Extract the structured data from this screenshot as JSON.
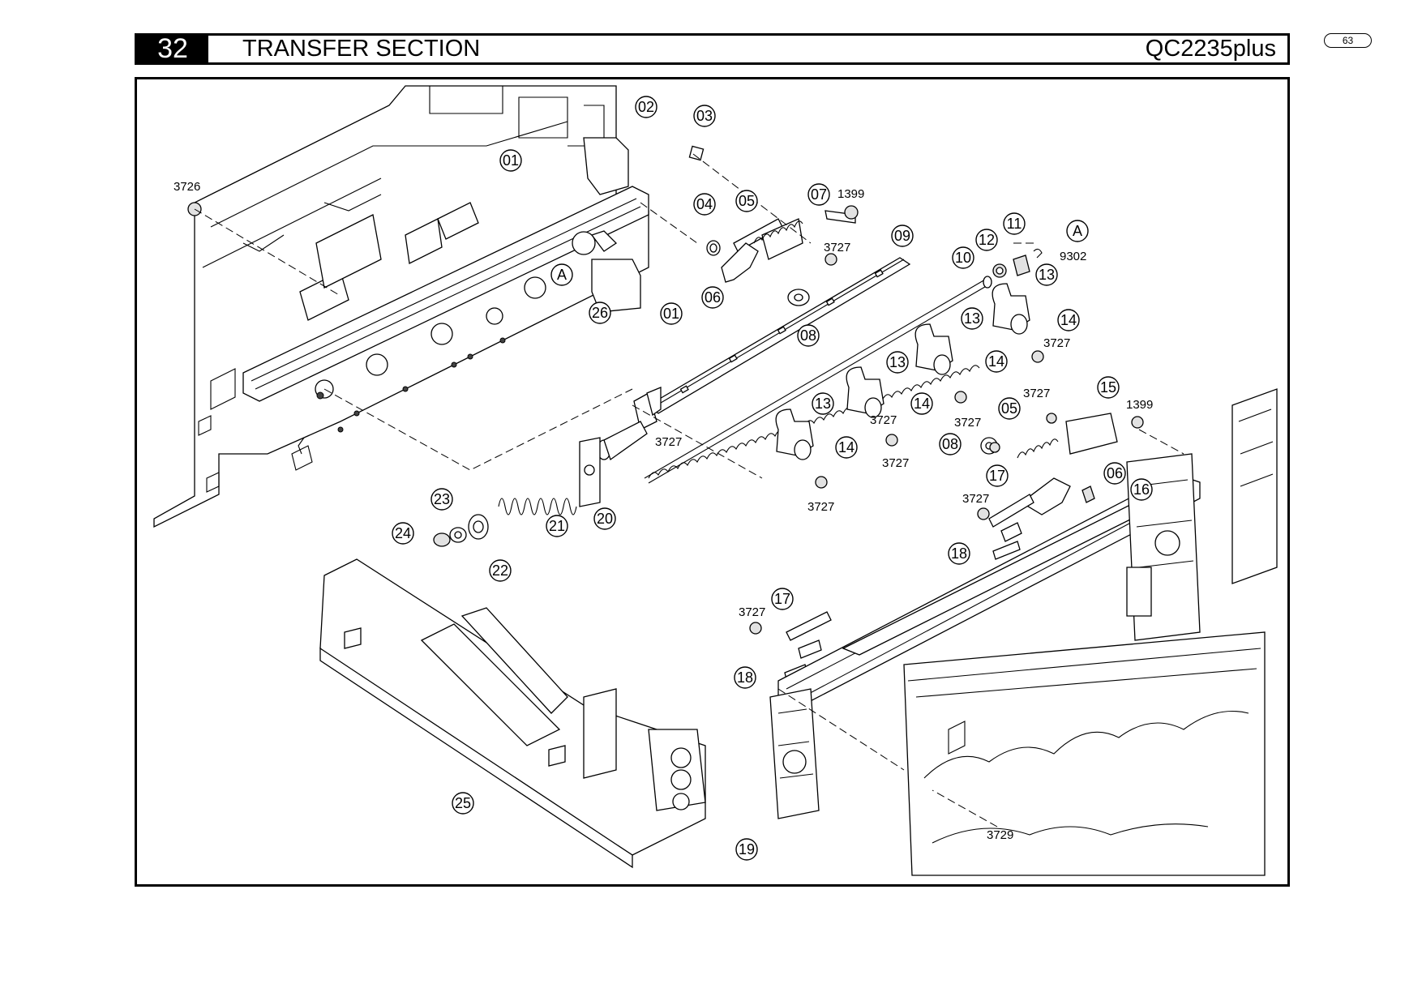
{
  "header": {
    "section_number": "32",
    "section_title": "TRANSFER SECTION",
    "model": "QC2235plus"
  },
  "page_number": "63",
  "callouts": [
    "01",
    "01",
    "02",
    "03",
    "04",
    "05",
    "05",
    "06",
    "06",
    "07",
    "08",
    "08",
    "09",
    "10",
    "11",
    "12",
    "13",
    "13",
    "13",
    "13",
    "14",
    "14",
    "14",
    "14",
    "15",
    "16",
    "17",
    "17",
    "18",
    "18",
    "19",
    "20",
    "21",
    "22",
    "23",
    "24",
    "25",
    "26",
    "A",
    "A"
  ],
  "screw_labels": [
    "3726",
    "1399",
    "3727",
    "9302",
    "3727",
    "3727",
    "3727",
    "3727",
    "3727",
    "3727",
    "1399",
    "3727",
    "3727",
    "3727",
    "3729"
  ]
}
